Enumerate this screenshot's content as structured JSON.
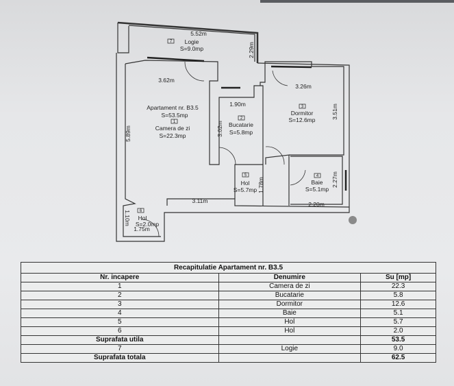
{
  "plan": {
    "loggia": {
      "number": "7",
      "name": "Logie",
      "area": "S=9.0mp",
      "width": "5.52m",
      "depth": "2.29m"
    },
    "apartment": {
      "title": "Apartament nr. B3.5",
      "area": "S=53.5mp"
    },
    "living": {
      "number": "1",
      "name": "Camera de zi",
      "area": "S=22.3mp",
      "width": "3.62m",
      "length": "5.89m"
    },
    "kitchen": {
      "number": "2",
      "name": "Bucatarie",
      "area": "S=5.8mp",
      "width": "1.90m",
      "length": "3.02m"
    },
    "bedroom": {
      "number": "3",
      "name": "Dormitor",
      "area": "S=12.6mp",
      "width": "3.26m",
      "length": "3.51m"
    },
    "bath": {
      "number": "4",
      "name": "Baie",
      "area": "S=5.1mp",
      "width": "2.20m",
      "length": "2.27m"
    },
    "hall5": {
      "number": "5",
      "name": "Hol",
      "area": "S=5.7mp",
      "width": "3.11m",
      "length": "1.78m"
    },
    "hall6": {
      "number": "6",
      "name": "Hol",
      "area": "S=2.0mp",
      "width": "1.75m",
      "length": "1.10m"
    }
  },
  "table": {
    "title": "Recapitulatie Apartament nr. B3.5",
    "headers": [
      "Nr. incapere",
      "Denumire",
      "Su [mp]"
    ],
    "rows": [
      {
        "nr": "1",
        "name": "Camera de zi",
        "su": "22.3"
      },
      {
        "nr": "2",
        "name": "Bucatarie",
        "su": "5.8"
      },
      {
        "nr": "3",
        "name": "Dormitor",
        "su": "12.6"
      },
      {
        "nr": "4",
        "name": "Baie",
        "su": "5.1"
      },
      {
        "nr": "5",
        "name": "Hol",
        "su": "5.7"
      },
      {
        "nr": "6",
        "name": "Hol",
        "su": "2.0"
      },
      {
        "nr": "Suprafata utila",
        "name": "",
        "su": "53.5",
        "bold": true
      },
      {
        "nr": "7",
        "name": "Logie",
        "su": "9.0"
      },
      {
        "nr": "Suprafata totala",
        "name": "",
        "su": "62.5",
        "bold": true
      }
    ]
  }
}
